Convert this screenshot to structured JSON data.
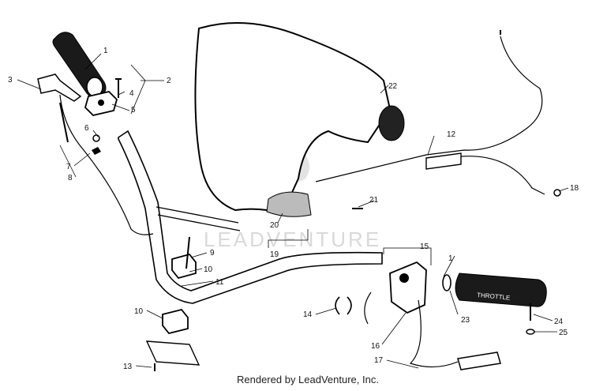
{
  "callouts": [
    {
      "id": "c1a",
      "text": "1"
    },
    {
      "id": "c2",
      "text": "2"
    },
    {
      "id": "c3",
      "text": "3"
    },
    {
      "id": "c4",
      "text": "4"
    },
    {
      "id": "c5",
      "text": "5"
    },
    {
      "id": "c6",
      "text": "6"
    },
    {
      "id": "c7",
      "text": "7"
    },
    {
      "id": "c8",
      "text": "8"
    },
    {
      "id": "c9",
      "text": "9"
    },
    {
      "id": "c10a",
      "text": "10"
    },
    {
      "id": "c10b",
      "text": "10"
    },
    {
      "id": "c11",
      "text": "11"
    },
    {
      "id": "c12",
      "text": "12"
    },
    {
      "id": "c13",
      "text": "13"
    },
    {
      "id": "c14",
      "text": "14"
    },
    {
      "id": "c15",
      "text": "15"
    },
    {
      "id": "c1b",
      "text": "1"
    },
    {
      "id": "c16",
      "text": "16"
    },
    {
      "id": "c17",
      "text": "17"
    },
    {
      "id": "c18",
      "text": "18"
    },
    {
      "id": "c19",
      "text": "19"
    },
    {
      "id": "c20",
      "text": "20"
    },
    {
      "id": "c21",
      "text": "21"
    },
    {
      "id": "c22",
      "text": "22"
    },
    {
      "id": "c23",
      "text": "23"
    },
    {
      "id": "c24",
      "text": "24"
    },
    {
      "id": "c25",
      "text": "25"
    }
  ],
  "credit": "Rendered by LeadVenture, Inc.",
  "watermark": "LEADVENTURE",
  "grip_label": "THROTTLE"
}
